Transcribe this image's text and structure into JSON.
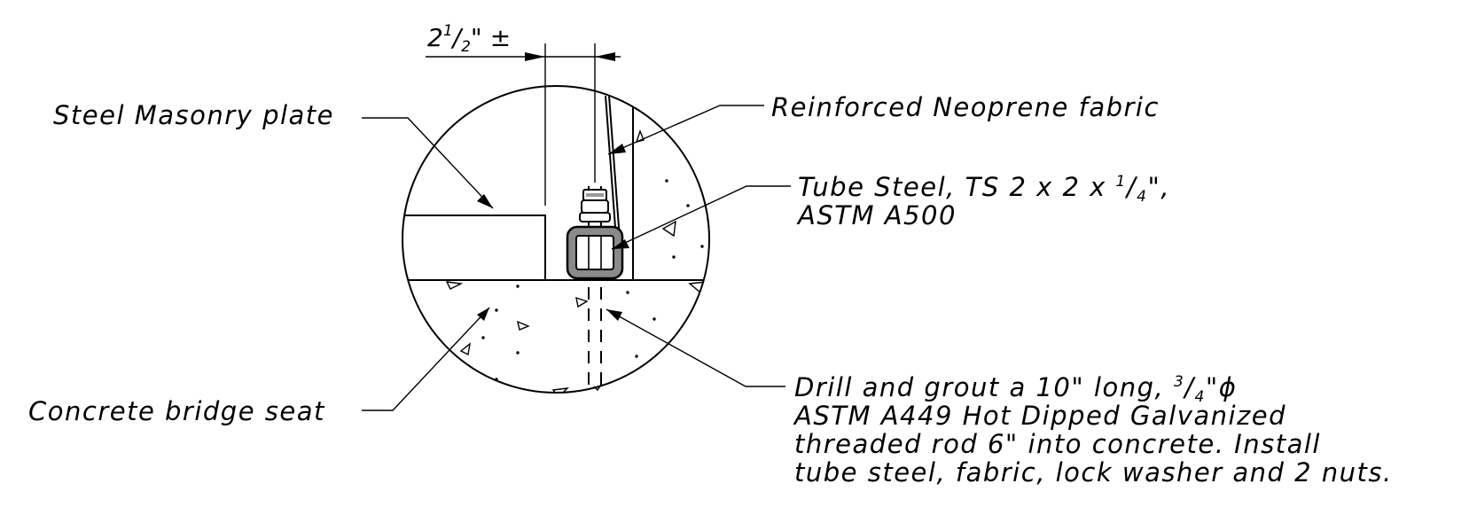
{
  "dimension": {
    "whole": "2",
    "numerator": "1",
    "denominator": "2",
    "suffix": "\" ±"
  },
  "labels": {
    "masonry_plate": "Steel Masonry plate",
    "neoprene": "Reinforced Neoprene fabric",
    "tube_steel": {
      "line1_prefix": "Tube Steel, TS 2 x 2 x ",
      "line1_num": "1",
      "line1_den": "4",
      "line1_suffix": "\",",
      "line2": "ASTM A500"
    },
    "bridge_seat": "Concrete bridge seat",
    "drill": {
      "line1_prefix": "Drill and grout a 10\" long, ",
      "line1_num": "3",
      "line1_den": "4",
      "line1_suffix": "\"ϕ",
      "line2": "ASTM A449 Hot Dipped Galvanized",
      "line3": "threaded rod 6\" into concrete. Install",
      "line4": "tube steel, fabric, lock washer and 2 nuts."
    }
  },
  "colors": {
    "line": "#000000",
    "tube_fill": "#8a8a8a",
    "background": "#ffffff"
  }
}
